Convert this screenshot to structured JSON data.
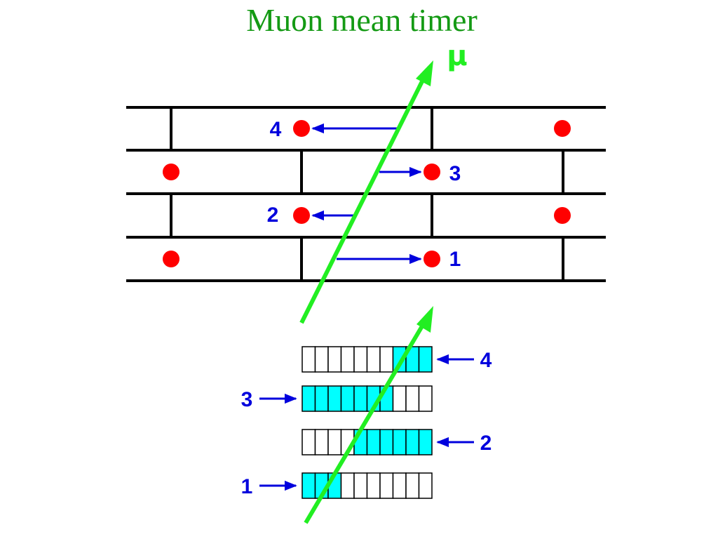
{
  "title": "Muon mean timer",
  "particle_label": "μ",
  "colors": {
    "title": "#149a14",
    "track": "#22ee22",
    "wire": "#ff0000",
    "drift_arrow": "#0000dd",
    "cell_wall": "#000000",
    "tdc_filled": "#00ffff"
  },
  "drift_chamber": {
    "hits": [
      {
        "label": "4"
      },
      {
        "label": "3"
      },
      {
        "label": "2"
      },
      {
        "label": "1"
      }
    ]
  },
  "tdc_registers": [
    {
      "label": "4",
      "filled_bins": [
        7,
        8,
        9
      ]
    },
    {
      "label": "3",
      "filled_bins": [
        0,
        1,
        2,
        3,
        4,
        5,
        6
      ]
    },
    {
      "label": "2",
      "filled_bins": [
        4,
        5,
        6,
        7,
        8,
        9
      ]
    },
    {
      "label": "1",
      "filled_bins": [
        0,
        1,
        2
      ]
    }
  ],
  "tdc_bins_per_register": 10
}
